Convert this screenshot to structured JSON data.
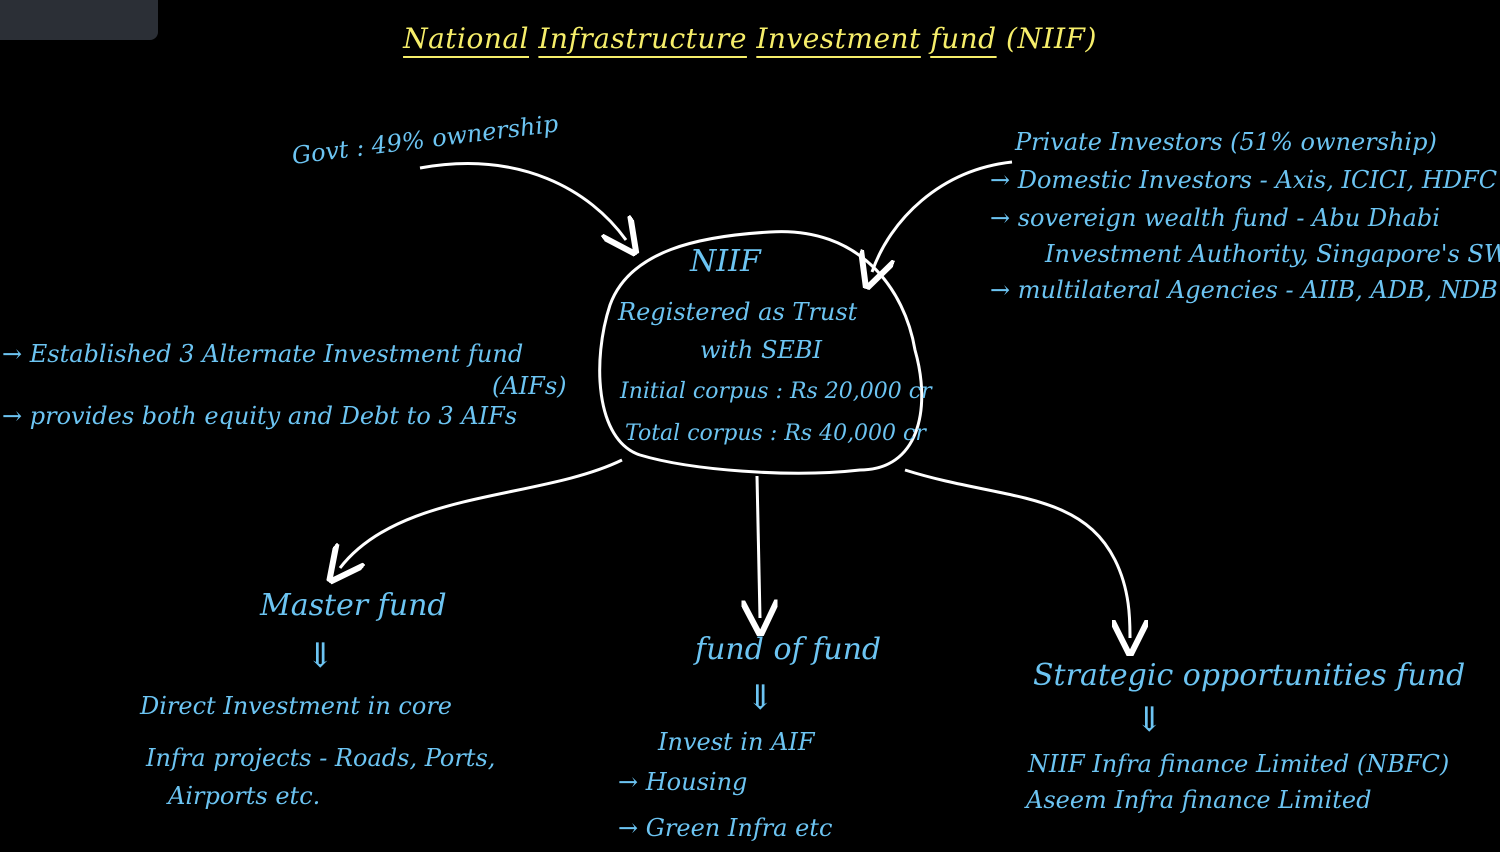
{
  "title": {
    "word1": "National",
    "word2": "Infrastructure",
    "word3": "Investment",
    "word4": "fund",
    "abbr": "(NIIF)"
  },
  "center": {
    "name": "NIIF",
    "line1": "Registered as Trust",
    "line2": "with SEBI",
    "line3": "Initial corpus : Rs 20,000 cr",
    "line4": "Total corpus : Rs 40,000 cr"
  },
  "govt": {
    "label": "Govt : 49% ownership"
  },
  "private": {
    "heading": "Private Investors (51% ownership)",
    "items": [
      "→ Domestic Investors - Axis, ICICI, HDFC",
      "→ sovereign wealth fund - Abu Dhabi",
      "Investment Authority, Singapore's SWF",
      "→ multilateral Agencies - AIIB, ADB, NDB"
    ]
  },
  "left_notes": {
    "line1": "→ Established 3 Alternate Investment fund",
    "line1b": "(AIFs)",
    "line2": "→ provides both equity and Debt to 3 AIFs"
  },
  "master": {
    "title": "Master fund",
    "arrow": "⇓",
    "lines": [
      "Direct Investment in core",
      "Infra projects - Roads, Ports,",
      "Airports etc."
    ]
  },
  "fof": {
    "title": "fund of fund",
    "arrow": "⇓",
    "lines": [
      "Invest in AIF",
      "→ Housing",
      "→ Green Infra etc"
    ]
  },
  "sof": {
    "title": "Strategic opportunities fund",
    "arrow": "⇓",
    "lines": [
      "NIIF Infra finance Limited (NBFC)",
      "Aseem Infra finance Limited"
    ]
  },
  "colors": {
    "background": "#000000",
    "title": "#f6ee6a",
    "text": "#6cc4f2",
    "lines": "#ffffff"
  }
}
